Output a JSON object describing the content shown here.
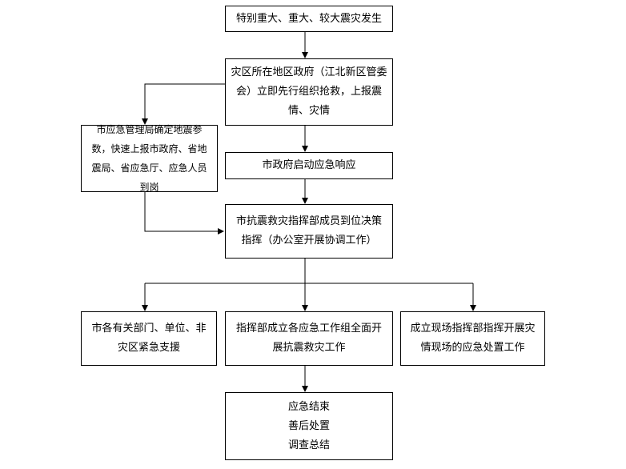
{
  "nodes": {
    "start": "特别重大、重大、较大震灾发生",
    "local_gov": "灾区所在地区政府（江北新区管委会）立即先行组织抢救，上报震情、灾情",
    "quake_bureau": "市应急管理局确定地震参数，快速上报市政府、省地震局、省应急厅、应急人员到岗",
    "city_response": "市政府启动应急响应",
    "hq_decision": "市抗震救灾指挥部成员到位决策指挥（办公室开展协调工作）",
    "depts_support": "市各有关部门、单位、非灾区紧急支援",
    "groups_work": "指挥部成立各应急工作组全面开展抗震救灾工作",
    "field_hq": "成立现场指挥部指挥开展灾情现场的应急处置工作",
    "end_lines": [
      "应急结束",
      "善后处置",
      "调查总结"
    ]
  }
}
